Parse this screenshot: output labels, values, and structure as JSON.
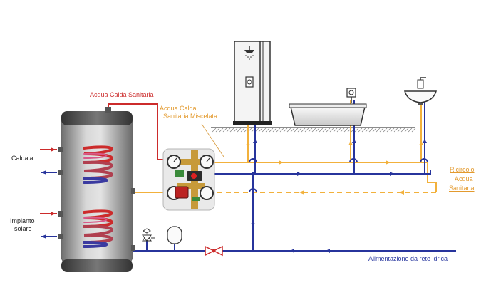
{
  "labels": {
    "acqua_calda_sanitaria": "Acqua Calda Sanitaria",
    "acqua_calda_miscelata": [
      "Acqua Calda",
      "Sanitaria Miscelata"
    ],
    "caldaia": "Caldaia",
    "impianto_solare": [
      "Impianto",
      "solare"
    ],
    "ricircolo": [
      "Ricircolo",
      "Acqua",
      "Sanitaria"
    ],
    "alimentazione": "Alimentazione da rete idrica"
  },
  "colors": {
    "hot_red": "#cc2b2b",
    "mixed_orange": "#f2b13c",
    "cold_blue": "#27349c",
    "tank_grey": "#8f8f8f",
    "ground": "#777777"
  },
  "icons": [
    "hot-water-tank-icon",
    "boiler-coil-icon",
    "solar-coil-icon",
    "mixing-station-icon",
    "shower-icon",
    "bathtub-icon",
    "washbasin-icon",
    "expansion-vessel-icon",
    "safety-valve-icon",
    "check-valve-icon"
  ]
}
